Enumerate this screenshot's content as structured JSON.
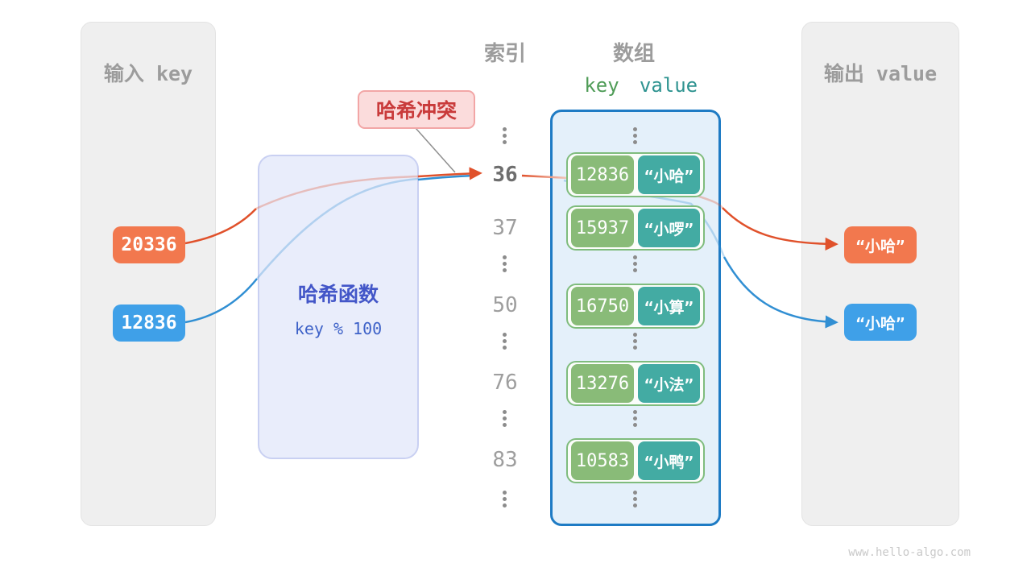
{
  "input_panel": {
    "title": "输入 key",
    "keys": [
      {
        "value": "20336",
        "color": "#F2784E"
      },
      {
        "value": "12836",
        "color": "#3FA0E8"
      }
    ]
  },
  "hash_function": {
    "title": "哈希函数",
    "formula": "key % 100"
  },
  "collision_label": {
    "text": "哈希冲突"
  },
  "index_column": {
    "title": "索引",
    "values": [
      "36",
      "37",
      "50",
      "76",
      "83"
    ],
    "highlighted": "36"
  },
  "array_panel": {
    "title": "数组",
    "key_header": "key",
    "value_header": "value",
    "rows": [
      {
        "key": "12836",
        "value": "“小哈”"
      },
      {
        "key": "15937",
        "value": "“小啰”"
      },
      {
        "key": "16750",
        "value": "“小算”"
      },
      {
        "key": "13276",
        "value": "“小法”"
      },
      {
        "key": "10583",
        "value": "“小鸭”"
      }
    ]
  },
  "output_panel": {
    "title": "输出 value",
    "outputs": [
      {
        "value": "“小哈”",
        "color": "#F2784E"
      },
      {
        "value": "“小哈”",
        "color": "#3FA0E8"
      }
    ]
  },
  "arrow_colors": {
    "orange": "#E0512B",
    "blue": "#318FD3",
    "pointer_gray": "#8F8F8F"
  },
  "footer": {
    "url": "www.hello-algo.com"
  }
}
